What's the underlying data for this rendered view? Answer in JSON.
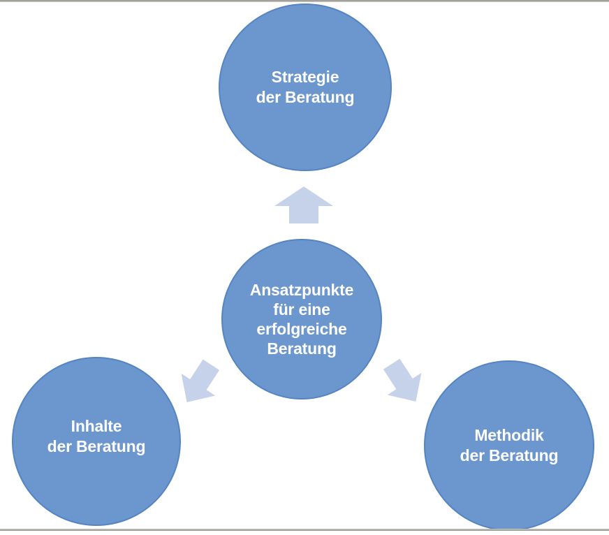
{
  "nodes": {
    "center": {
      "lines": [
        "Ansatzpunkte",
        "für eine",
        "erfolgreiche",
        "Beratung"
      ]
    },
    "top": {
      "lines": [
        "Strategie",
        "der Beratung"
      ]
    },
    "left": {
      "lines": [
        "Inhalte",
        "der Beratung"
      ]
    },
    "right": {
      "lines": [
        "Methodik",
        "der Beratung"
      ]
    }
  },
  "icons": {
    "arrow_up": "block-arrow-up",
    "arrow_down_left": "block-arrow-down-left",
    "arrow_down_right": "block-arrow-down-right"
  },
  "colors": {
    "circle_fill": "#6b96ce",
    "circle_border": "#5484c2",
    "arrow_fill": "#c6d2e9",
    "text": "#ffffff",
    "rule_gray": "#93928a",
    "background": "#ffffff"
  }
}
